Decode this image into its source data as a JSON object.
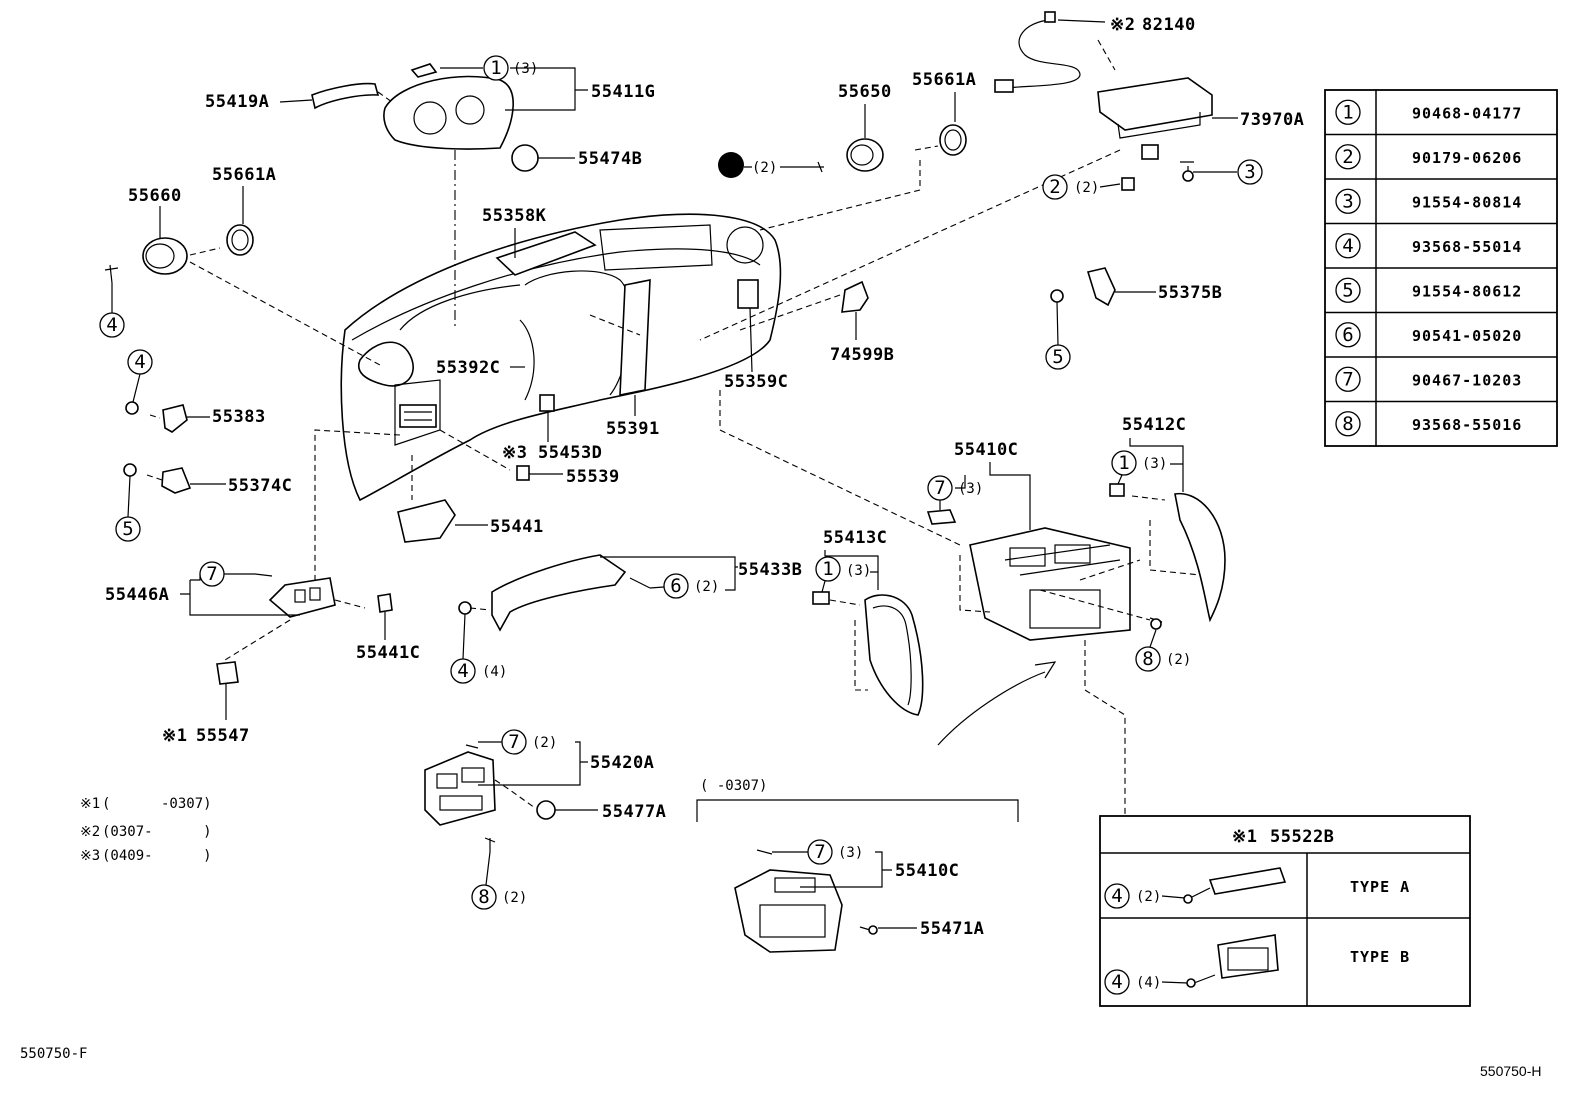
{
  "labels": {
    "p82140": "82140",
    "p73970A": "73970A",
    "p55661A_top": "55661A",
    "p55650": "55650",
    "p55411G": "55411G",
    "p55419A": "55419A",
    "p55474B": "55474B",
    "p55660": "55660",
    "p55661A_left": "55661A",
    "p55358K": "55358K",
    "p55375B": "55375B",
    "p74599B": "74599B",
    "p55392C": "55392C",
    "p55359C": "55359C",
    "p55391": "55391",
    "p55383": "55383",
    "p55453D": "55453D",
    "p55539": "55539",
    "p55374C": "55374C",
    "p55441": "55441",
    "p55410C_top": "55410C",
    "p55412C": "55412C",
    "p55413C": "55413C",
    "p55433B": "55433B",
    "p55446A": "55446A",
    "p55441C": "55441C",
    "p55547": "55547",
    "p55420A": "55420A",
    "p55477A": "55477A",
    "p55410C_bot": "55410C",
    "p55471A": "55471A"
  },
  "qty": {
    "q3": "(3)",
    "q2": "(2)",
    "q4": "(4)"
  },
  "marks": {
    "m1": "※1",
    "m2": "※2",
    "m3": "※3"
  },
  "notes": [
    {
      "mark": "※1",
      "text": "(      -0307)"
    },
    {
      "mark": "※2",
      "text": "(0307-      )"
    },
    {
      "mark": "※3",
      "text": "(0409-      )"
    }
  ],
  "range_label": "(      -0307)",
  "fastener_table": [
    {
      "ref": "1",
      "part": "90468-04177"
    },
    {
      "ref": "2",
      "part": "90179-06206"
    },
    {
      "ref": "3",
      "part": "91554-80814"
    },
    {
      "ref": "4",
      "part": "93568-55014"
    },
    {
      "ref": "5",
      "part": "91554-80612"
    },
    {
      "ref": "6",
      "part": "90541-05020"
    },
    {
      "ref": "7",
      "part": "90467-10203"
    },
    {
      "ref": "8",
      "part": "93568-55016"
    }
  ],
  "type_table": {
    "header_mark": "※1",
    "header_part": "55522B",
    "rows": [
      {
        "ref": "4",
        "qty": "(2)",
        "type": "TYPE A"
      },
      {
        "ref": "4",
        "qty": "(4)",
        "type": "TYPE B"
      }
    ]
  },
  "footer_left": "550750-F",
  "footer_right": "550750-H"
}
